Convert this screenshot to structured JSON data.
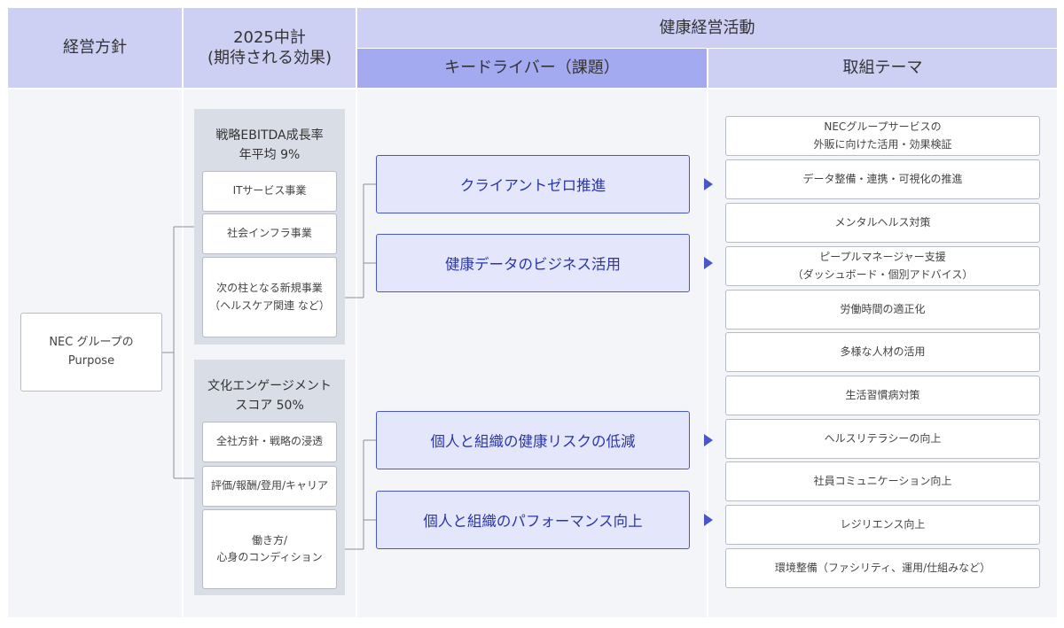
{
  "headers": {
    "policy": "経営方針",
    "plan": "2025中計\n(期待される効果)",
    "activity": "健康経営活動",
    "drivers": "キードライバー（課題）",
    "themes": "取組テーマ"
  },
  "purpose": "NEC グループの\nPurpose",
  "panels": [
    {
      "title": "戦略EBITDA成長率\n年平均 9%",
      "items": [
        "ITサービス事業",
        "社会インフラ事業",
        "次の柱となる新規事業\n（ヘルスケア関連 など）"
      ]
    },
    {
      "title": "文化エンゲージメント\nスコア 50%",
      "items": [
        "全社方針・戦略の浸透",
        "評価/報酬/登用/キャリア",
        "働き方/\n心身のコンディション"
      ]
    }
  ],
  "drivers": [
    "クライアントゼロ推進",
    "健康データのビジネス活用",
    "個人と組織の健康リスクの低減",
    "個人と組織のパフォーマンス向上"
  ],
  "themes": [
    "NECグループサービスの\n外販に向けた活用・効果検証",
    "データ整備・連携・可視化の推進",
    "メンタルヘルス対策",
    "ピープルマネージャー支援\n（ダッシュボード・個別アドバイス）",
    "労働時間の適正化",
    "多様な人材の活用",
    "生活習慣病対策",
    "ヘルスリテラシーの向上",
    "社員コミュニケーション向上",
    "レジリエンス向上",
    "環境整備（ファシリティ、運用/仕組みなど）"
  ],
  "colors": {
    "header": "#cdd0f3",
    "driver_header": "#a4aaf0",
    "driver_border": "#4a55c7",
    "driver_fill": "#e4e6fb",
    "column_bg": "#f4f5f8",
    "panel_bg": "#d9dde6"
  }
}
